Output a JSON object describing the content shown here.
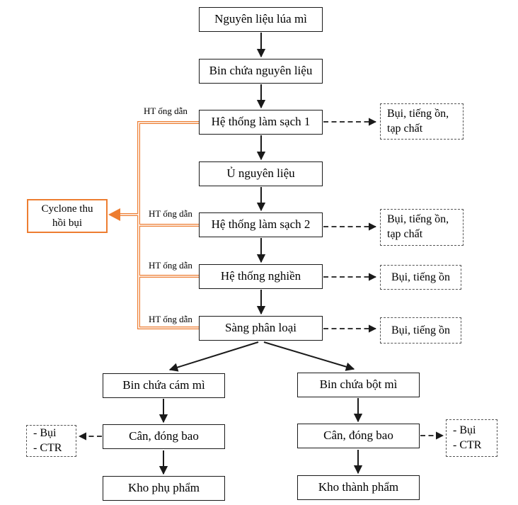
{
  "colors": {
    "accent-orange": "#ED7D31",
    "line-black": "#1a1a1a",
    "dash-gray": "#555555"
  },
  "nodes": {
    "raw_wheat": "Nguyên liệu lúa mì",
    "raw_bin": "Bin chứa nguyên liệu",
    "cleaning1": "Hệ thống làm sạch 1",
    "tempering": "Ủ nguyên liệu",
    "cleaning2": "Hệ thống làm sạch 2",
    "milling": "Hệ thống nghiền",
    "sifting": "Sàng phân loại",
    "bran_bin": "Bin chứa cám mì",
    "flour_bin": "Bin chứa bột mì",
    "weighing": "Cân, đóng bao",
    "byproduct_store": "Kho phụ phẩm",
    "finished_store": "Kho thành phẩm",
    "cyclone": "Cyclone thu hồi bụi"
  },
  "emissions": {
    "dust_noise_impurities": "Bụi, tiếng ồn, tạp chất",
    "dust_noise": "Bụi, tiếng ồn",
    "dust_ctr": [
      "- Bụi",
      "- CTR"
    ]
  },
  "pipe_label": "HT ống dẫn"
}
